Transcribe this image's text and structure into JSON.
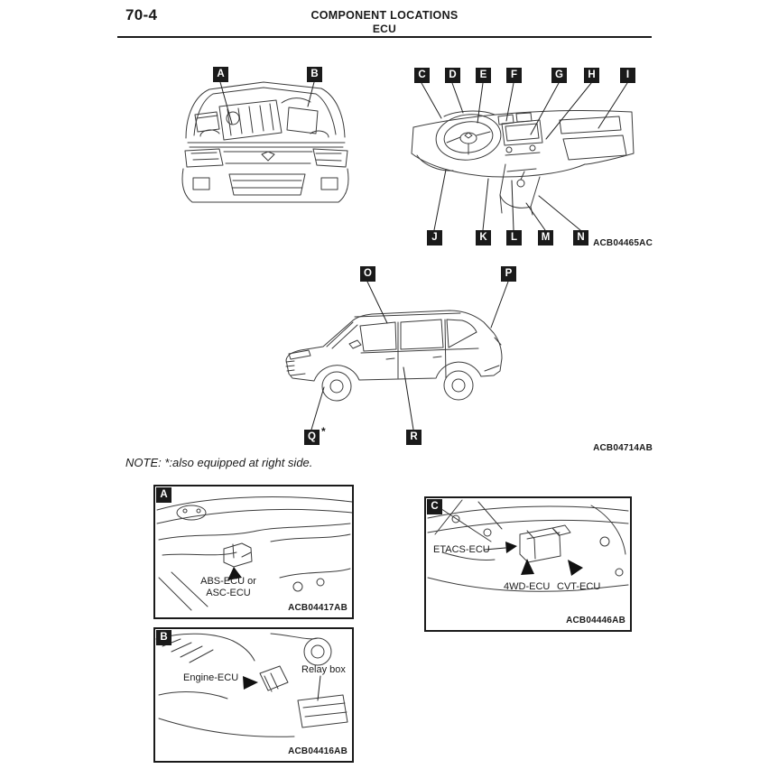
{
  "colors": {
    "ink": "#1a1a1a",
    "paper": "#ffffff"
  },
  "page": {
    "number": "70-4",
    "title": "COMPONENT LOCATIONS",
    "subtitle": "ECU"
  },
  "overview_figure": {
    "engine_callouts": [
      "A",
      "B"
    ],
    "dash_callouts_top": [
      "C",
      "D",
      "E",
      "F",
      "G",
      "H",
      "I"
    ],
    "dash_callouts_bottom": [
      "J",
      "K",
      "L",
      "M",
      "N"
    ],
    "code": "ACB04465AC"
  },
  "vehicle_figure": {
    "callout_o": "O",
    "callout_p": "P",
    "callout_q": "Q",
    "callout_q_note": "*",
    "callout_r": "R",
    "code": "ACB04714AB"
  },
  "note": "NOTE: *:also equipped at right side.",
  "details": {
    "a": {
      "label": "A",
      "caption_line1": "ABS-ECU or",
      "caption_line2": "ASC-ECU",
      "code": "ACB04417AB"
    },
    "b": {
      "label": "B",
      "engine_ecu": "Engine-ECU",
      "relay_box": "Relay box",
      "code": "ACB04416AB"
    },
    "c": {
      "label": "C",
      "etacs_ecu": "ETACS-ECU",
      "fourwd_ecu": "4WD-ECU",
      "cvt_ecu": "CVT-ECU",
      "code": "ACB04446AB"
    }
  }
}
